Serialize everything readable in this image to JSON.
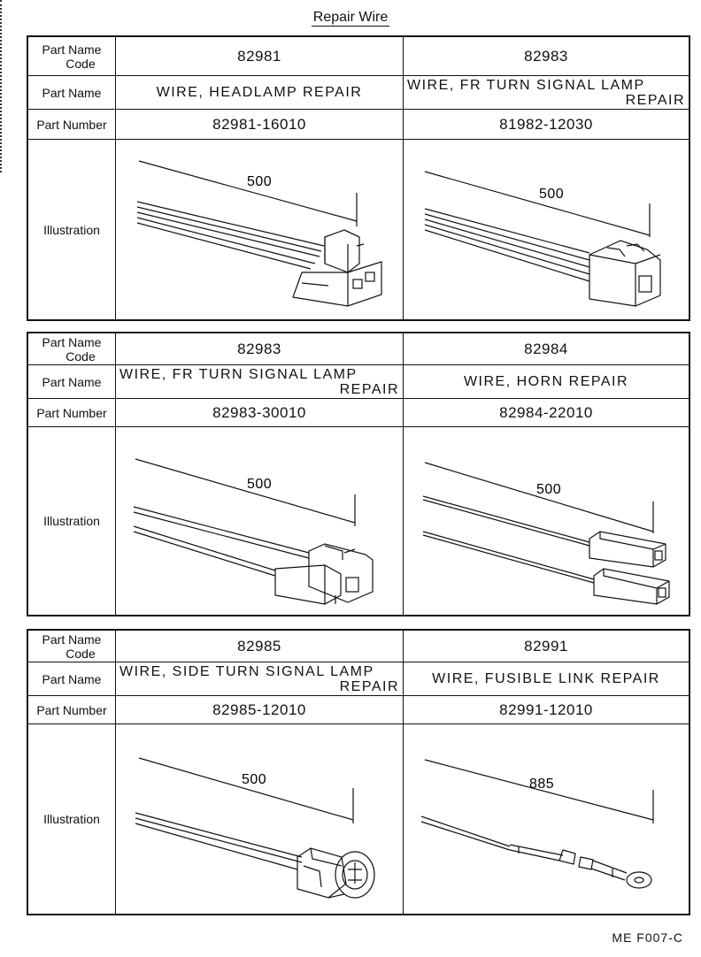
{
  "title": "Repair Wire",
  "labels": {
    "code_line1": "Part Name",
    "code_line2": "Code",
    "part_name": "Part Name",
    "part_number": "Part Number",
    "illustration": "Illustration"
  },
  "panels": [
    {
      "cols": [
        {
          "code": "82981",
          "name_l1": "WIRE, HEADLAMP  REPAIR",
          "name_l2": "",
          "number": "82981-16010",
          "dim": "500",
          "connector": "headlamp"
        },
        {
          "code": "82983",
          "name_l1": "WIRE, FR  TURN  SIGNAL  LAMP",
          "name_l2": "REPAIR",
          "number": "81982-12030",
          "dim": "500",
          "connector": "turn-signal"
        }
      ]
    },
    {
      "cols": [
        {
          "code": "82983",
          "name_l1": "WIRE, FR  TURN  SIGNAL  LAMP",
          "name_l2": "REPAIR",
          "number": "82983-30010",
          "dim": "500",
          "connector": "turn-signal-2"
        },
        {
          "code": "82984",
          "name_l1": "WIRE, HORN  REPAIR",
          "name_l2": "",
          "number": "82984-22010",
          "dim": "500",
          "connector": "horn"
        }
      ]
    },
    {
      "cols": [
        {
          "code": "82985",
          "name_l1": "WIRE, SIDE  TURN  SIGNAL  LAMP",
          "name_l2": "REPAIR",
          "number": "82985-12010",
          "dim": "500",
          "connector": "side-turn"
        },
        {
          "code": "82991",
          "name_l1": "WIRE, FUSIBLE  LINK  REPAIR",
          "name_l2": "",
          "number": "82991-12010",
          "dim": "885",
          "connector": "fusible-link"
        }
      ]
    }
  ],
  "footer_code": "ME  F007-C"
}
